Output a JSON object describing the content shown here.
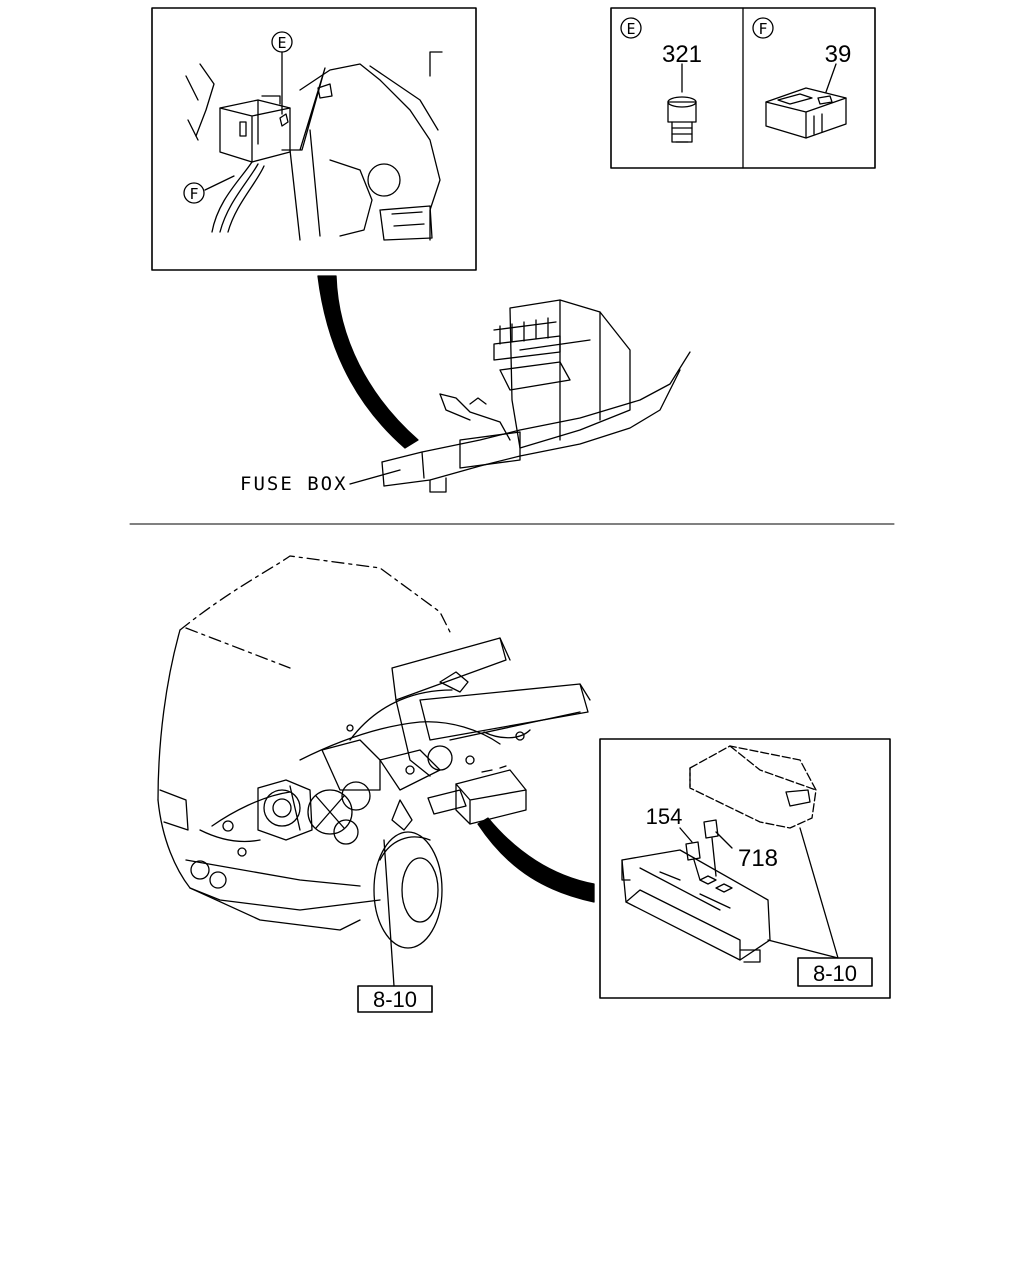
{
  "top_detail": {
    "callout_e": "E",
    "callout_f": "F"
  },
  "parts_box": {
    "cell_e": {
      "callout": "E",
      "part_number": "321"
    },
    "cell_f": {
      "callout": "F",
      "part_number": "39"
    }
  },
  "fuse_box_label": "FUSE BOX",
  "bottom_detail": {
    "part_154": "154",
    "part_718": "718",
    "ref_detail": "8-10"
  },
  "ref_vehicle": "8-10"
}
